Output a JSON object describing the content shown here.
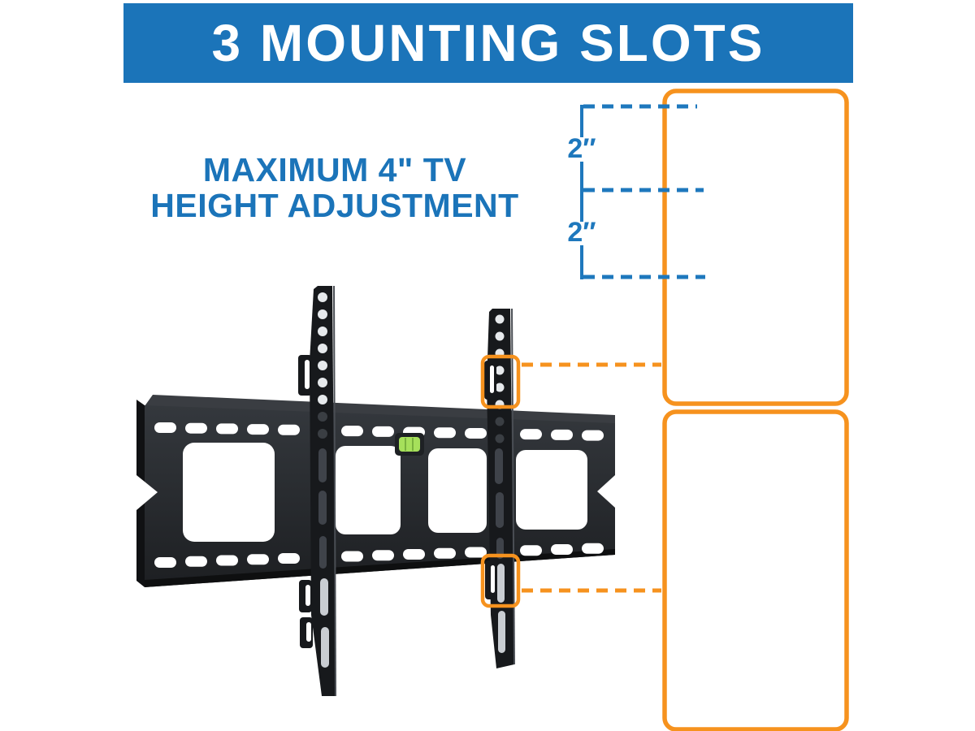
{
  "banner": {
    "title": "3 MOUNTING SLOTS"
  },
  "heading": {
    "line1": "MAXIMUM 4\" TV",
    "line2": "HEIGHT ADJUSTMENT"
  },
  "measurements": {
    "labels": [
      {
        "text": "2″"
      },
      {
        "text": "2″"
      }
    ]
  },
  "callouts": [
    {
      "id": "upper-rail-detail",
      "icon": "arrow-up-down-icon"
    },
    {
      "id": "lower-rail-detail",
      "icon": "arrow-up-down-icon"
    }
  ],
  "colors": {
    "banner_blue": "#1b74b9",
    "heading_blue": "#1b74b9",
    "measure_blue": "#1e78bd",
    "accent_orange": "#f6921e",
    "arrow_dark": "#0d5ca4",
    "arrow_mid": "#31a5de",
    "metal_dark": "#17191c",
    "plate_gray": "#b7babc",
    "level_green": "#a6e05b"
  }
}
